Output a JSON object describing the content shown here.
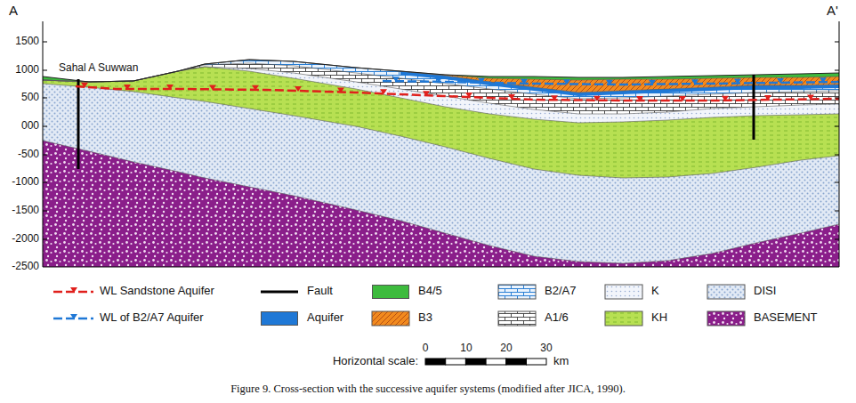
{
  "diagram": {
    "caption": "Figure 9. Cross-section with the successive aquifer systems (modified after JICA, 1990).",
    "labels": [
      "A",
      "A'",
      "1500",
      "1000",
      "500",
      "000",
      "-500",
      "-1000",
      "-1500",
      "-2000",
      "-2500",
      "Sahal A Suwwan",
      "Horizontal scale:",
      "0",
      "10",
      "20",
      "30",
      "km"
    ],
    "legend": [
      {
        "text": "WL Sandstone Aquifer"
      },
      {
        "text": "Fault"
      },
      {
        "text": "B4/5",
        "color": "#3dbb3d"
      },
      {
        "text": "B2/A7"
      },
      {
        "text": "K"
      },
      {
        "text": "DISI"
      },
      {
        "text": "WL of B2/A7 Aquifer"
      },
      {
        "text": "Aquifer",
        "color": "#1f78d6"
      },
      {
        "text": "B3"
      },
      {
        "text": "A1/6"
      },
      {
        "text": "KH"
      },
      {
        "text": "BASEMENT"
      }
    ]
  }
}
